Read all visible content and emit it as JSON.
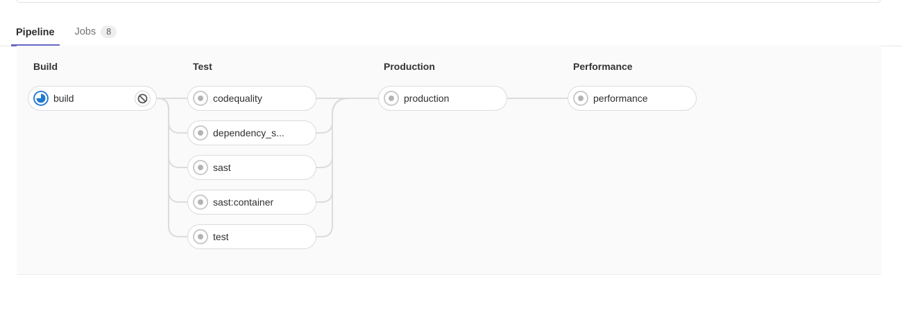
{
  "tabs": {
    "pipeline": {
      "label": "Pipeline"
    },
    "jobs": {
      "label": "Jobs",
      "badge": "8"
    }
  },
  "stages": [
    {
      "name": "Build",
      "jobs": [
        {
          "name": "build",
          "status": "running",
          "action": "cancel"
        }
      ]
    },
    {
      "name": "Test",
      "jobs": [
        {
          "name": "codequality",
          "status": "created"
        },
        {
          "name": "dependency_s...",
          "status": "created"
        },
        {
          "name": "sast",
          "status": "created"
        },
        {
          "name": "sast:container",
          "status": "created"
        },
        {
          "name": "test",
          "status": "created"
        }
      ]
    },
    {
      "name": "Production",
      "jobs": [
        {
          "name": "production",
          "status": "created"
        }
      ]
    },
    {
      "name": "Performance",
      "jobs": [
        {
          "name": "performance",
          "status": "created"
        }
      ]
    }
  ],
  "colors": {
    "accent_indigo": "#6666c4",
    "running_blue": "#1f78d1",
    "created_gray": "#b3b3b3",
    "connector_gray": "#dcdcdc",
    "graph_background": "#fafafa"
  }
}
